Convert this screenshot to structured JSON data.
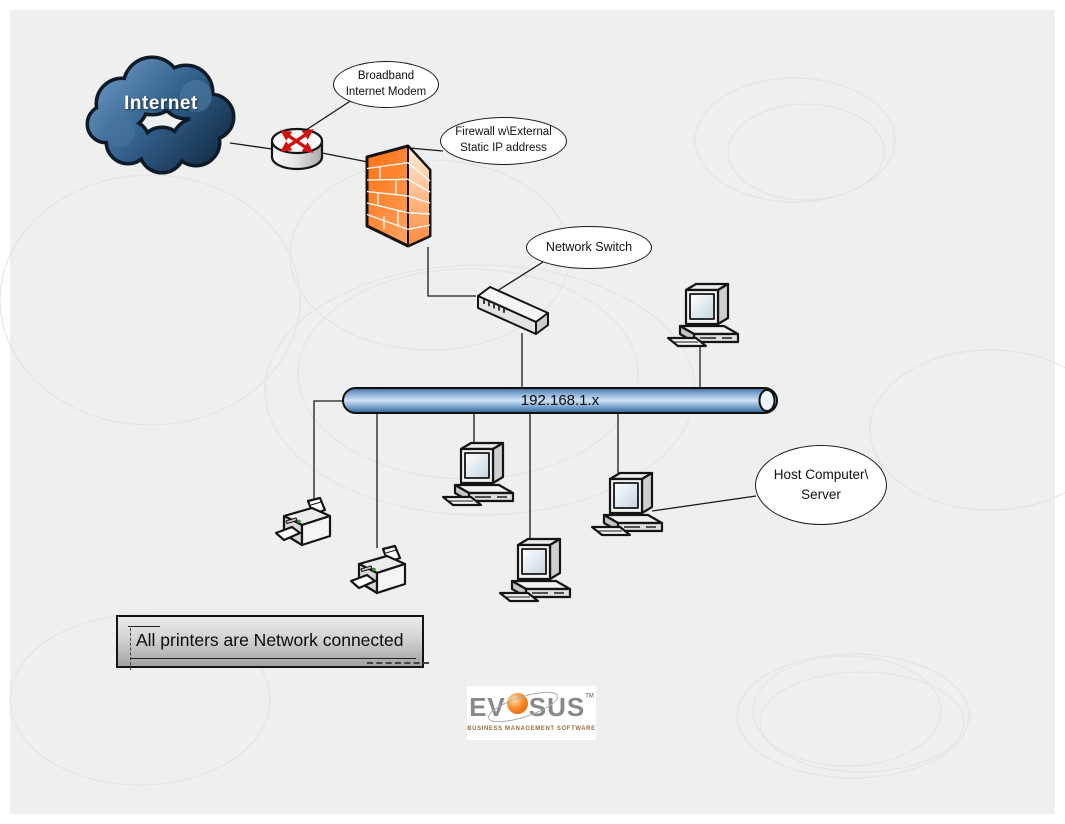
{
  "cloud": {
    "label": "Internet"
  },
  "bus": {
    "label": "192.168.1.x"
  },
  "callouts": {
    "modem": {
      "line1": "Broadband",
      "line2": "Internet Modem"
    },
    "firewall": {
      "line1": "Firewall w\\External",
      "line2": "Static IP address"
    },
    "network_switch": {
      "label": "Network Switch"
    },
    "host": {
      "line1": "Host Computer\\",
      "line2": "Server"
    }
  },
  "note": {
    "text": "All printers are Network connected"
  },
  "logo": {
    "prefix": "EV",
    "suffix": "SUS",
    "tm": "TM",
    "tagline": "BUSINESS  MANAGEMENT  SOFTWARE"
  },
  "colors": {
    "background": "#efefef",
    "bus_blue": "#6f9cc9",
    "cloud_blue": "#33618e",
    "firewall_orange": "#ff7a1e",
    "arrow_red": "#cf1212",
    "logo_orange": "#ef7512"
  }
}
